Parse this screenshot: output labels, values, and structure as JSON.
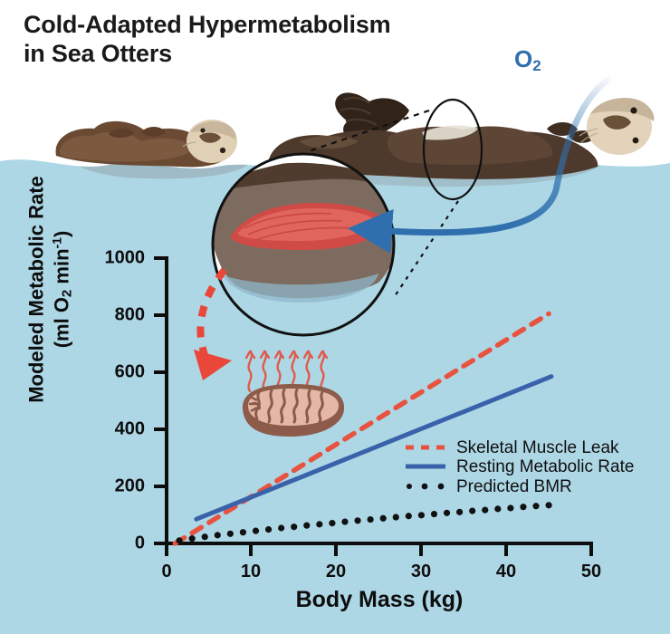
{
  "title": "Cold-Adapted Hypermetabolism\nin Sea Otters",
  "annotations": {
    "o2_label": "O",
    "o2_sub": "2"
  },
  "illustration": {
    "water_color": "#aed7e6",
    "water_deep_color": "#9ecbdd",
    "sky_color": "#ffffff",
    "otter_body_color": "#4e3a2c",
    "otter_body_light": "#7a5c45",
    "otter_face_color": "#ddcdb3",
    "muscle_color": "#d9534f",
    "mitochondria_color": "#8c5b4a",
    "mitochondria_inner": "#e3b9a6",
    "oxygen_arrow_color": "#2f6fae",
    "heat_arrow_color": "#e05a4c",
    "callout_line_color": "#111111",
    "elements": [
      "sea-otter-floating-left",
      "sea-otter-floating-right",
      "magnifier-circle-inset",
      "skeletal-muscle",
      "oxygen-arrow",
      "heat-wavy-arrows",
      "mitochondrion",
      "red-dashed-leak-arrow"
    ]
  },
  "chart_data": {
    "type": "line",
    "title": "",
    "xlabel": "Body Mass (kg)",
    "ylabel_line1": "Modeled Metabolic Rate",
    "ylabel_line2_pre": "(ml O",
    "ylabel_line2_sub": "2",
    "ylabel_line2_mid": " min",
    "ylabel_line2_sup": "-1",
    "ylabel_line2_post": ")",
    "xlim": [
      0,
      50
    ],
    "ylim": [
      0,
      1000
    ],
    "xticks": [
      0,
      10,
      20,
      30,
      40,
      50
    ],
    "xtick_labels": [
      "0",
      "10",
      "20",
      "30",
      "40",
      "50"
    ],
    "yticks": [
      0,
      200,
      400,
      600,
      800,
      1000
    ],
    "ytick_labels": [
      "0",
      "200",
      "400",
      "600",
      "800",
      "1000"
    ],
    "grid": false,
    "legend_position": "center-right",
    "series": [
      {
        "name": "Skeletal Muscle Leak",
        "style": "dashed",
        "color": "#e8533f",
        "x": [
          1.0,
          45.0
        ],
        "y": [
          0,
          805
        ]
      },
      {
        "name": "Resting Metabolic Rate",
        "style": "solid",
        "color": "#3a62ab",
        "x": [
          3.5,
          45.3
        ],
        "y": [
          85,
          585
        ]
      },
      {
        "name": "Predicted BMR",
        "style": "dotted",
        "color": "#111111",
        "x": [
          1.5,
          3,
          4.5,
          6,
          7.5,
          9,
          10.5,
          12,
          13.5,
          15,
          16.5,
          18,
          19.5,
          21,
          22.5,
          24,
          25.5,
          27,
          28.5,
          30,
          31.5,
          33,
          34.5,
          36,
          37.5,
          39,
          40.5,
          42,
          43.5,
          45
        ],
        "y": [
          10,
          17,
          23,
          29,
          34,
          39,
          44,
          49,
          54,
          58,
          63,
          67,
          71,
          76,
          80,
          84,
          88,
          92,
          96,
          99,
          103,
          107,
          110,
          114,
          117,
          121,
          124,
          128,
          131,
          134
        ]
      }
    ],
    "legend": [
      {
        "label": "Skeletal Muscle Leak",
        "style": "dashed",
        "color": "#e8533f"
      },
      {
        "label": "Resting Metabolic Rate",
        "style": "solid",
        "color": "#3a62ab"
      },
      {
        "label": "Predicted BMR",
        "style": "dotted",
        "color": "#111111"
      }
    ]
  }
}
